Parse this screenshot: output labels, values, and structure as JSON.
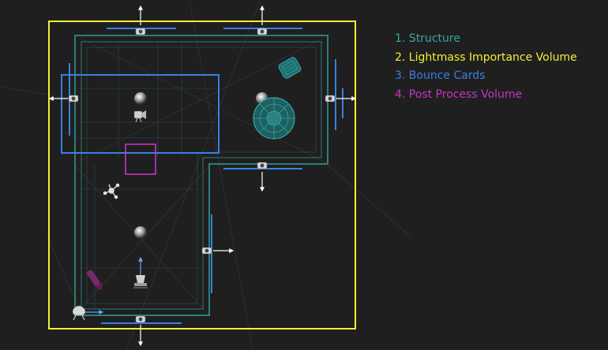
{
  "legend": {
    "items": [
      {
        "label": "1. Structure",
        "color": "#3aa5a3"
      },
      {
        "label": "2. Lightmass Importance Volume",
        "color": "#f2ef34"
      },
      {
        "label": "3. Bounce Cards",
        "color": "#3b7fe3"
      },
      {
        "label": "4. Post Process Volume",
        "color": "#c634c8"
      }
    ]
  },
  "icons": [
    "light-actor-icon",
    "reflection-sphere-icon",
    "player-start-icon",
    "emitter-icon",
    "camera-icon",
    "skylight-icon",
    "chair-prop-icon",
    "round-table-prop-icon"
  ]
}
